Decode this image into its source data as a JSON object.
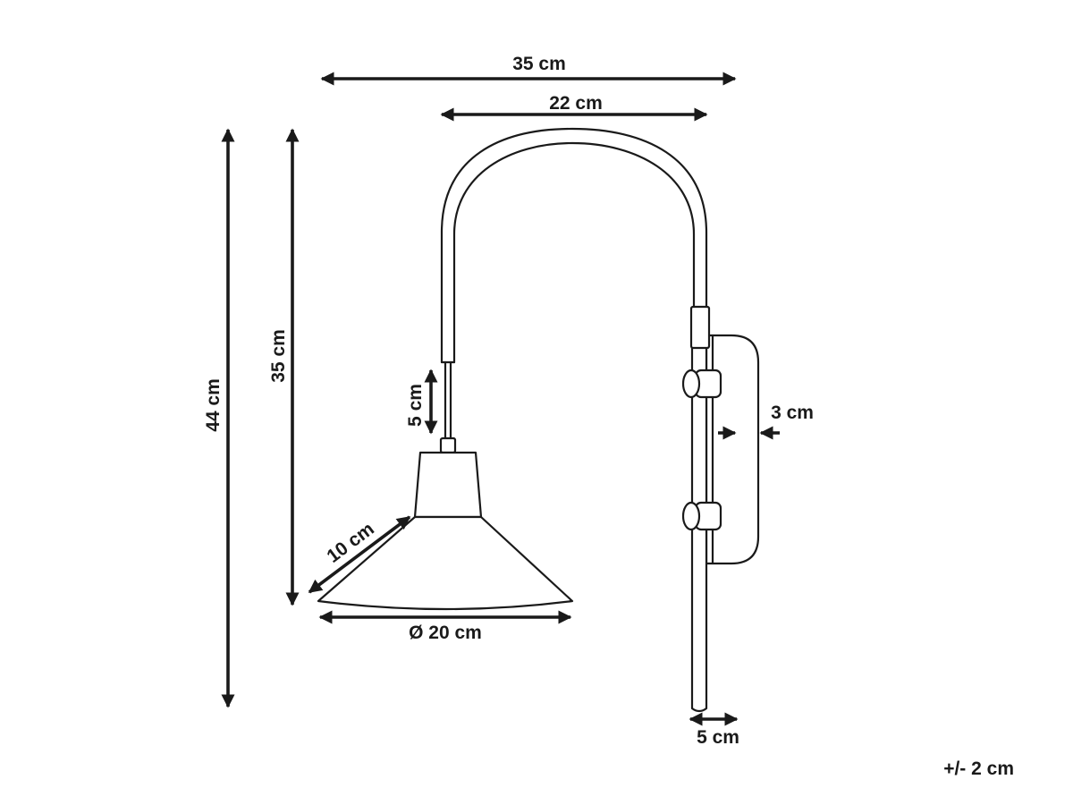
{
  "dimensions": {
    "overall_width": "35 cm",
    "arm_width": "22 cm",
    "total_height": "44 cm",
    "lamp_height": "35 cm",
    "cord_length": "5 cm",
    "shade_slant": "10 cm",
    "shade_diameter": "Ø 20 cm",
    "plate_depth": "3 cm",
    "rod_width": "5 cm"
  },
  "tolerance": "+/- 2 cm"
}
